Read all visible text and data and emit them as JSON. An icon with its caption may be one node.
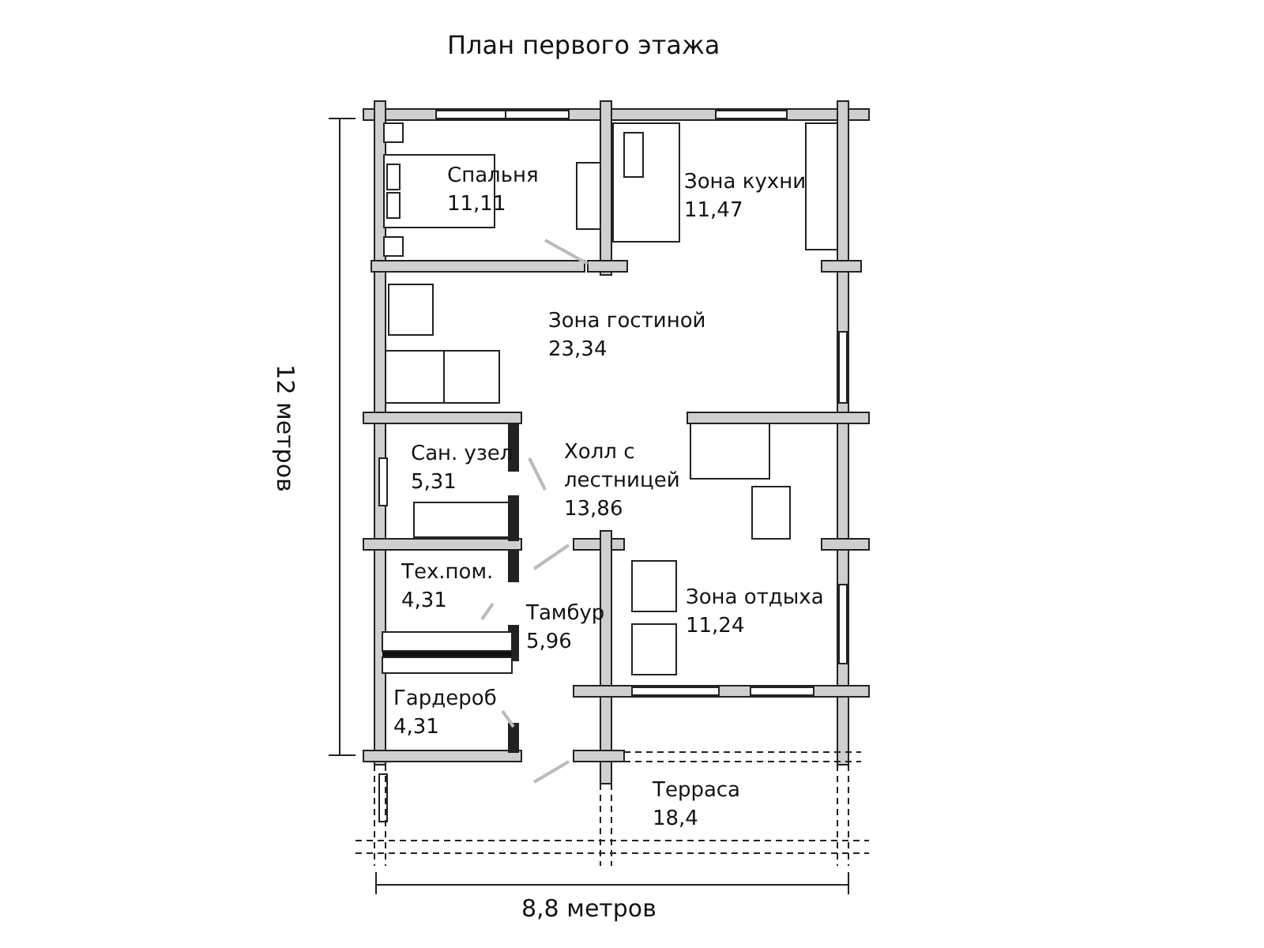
{
  "diagram": {
    "title": "План первого этажа",
    "nodes": [
      {
        "text": [
          "Спальня",
          "11,11"
        ]
      },
      {
        "text": [
          "Зона кухни",
          "11,47"
        ]
      },
      {
        "text": [
          "Зона гостиной",
          "23,34"
        ]
      },
      {
        "text": [
          "Сан. узел",
          "5,31"
        ]
      },
      {
        "text": [
          "Холл с лестницей",
          "13,86"
        ]
      },
      {
        "text": [
          "Тех.пом.",
          "4,31"
        ]
      },
      {
        "text": [
          "Тамбур",
          "5,96"
        ]
      },
      {
        "text": [
          "Зона отдыха",
          "11,24"
        ]
      },
      {
        "text": [
          "Гардероб",
          "4,31"
        ]
      },
      {
        "text": [
          "Терраса",
          "18,4"
        ]
      }
    ],
    "labels": [
      "12 метров",
      "8,8 метров"
    ]
  }
}
